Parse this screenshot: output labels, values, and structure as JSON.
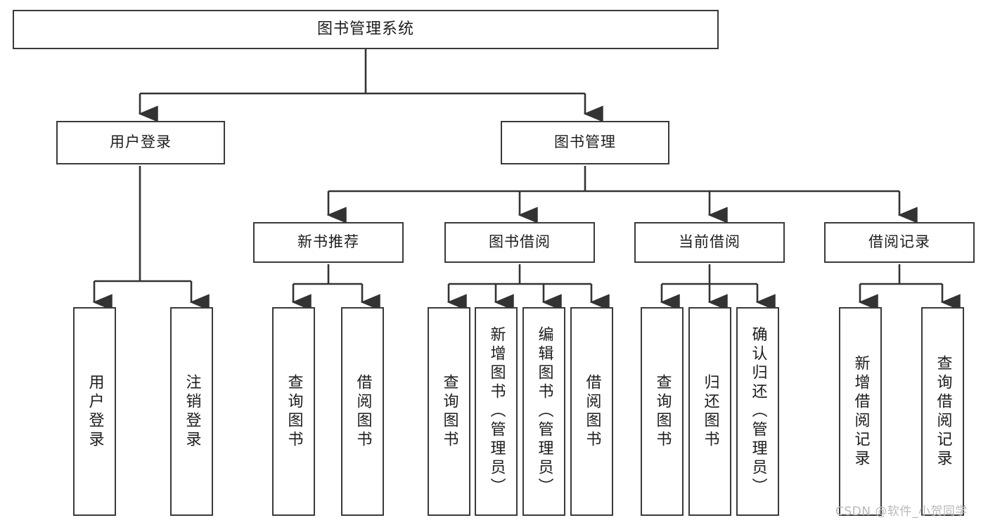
{
  "diagram": {
    "title": "图书管理系统",
    "type": "tree",
    "orientation": "top-down",
    "colors": {
      "background": "#ffffff",
      "box_border": "#3a3a3a",
      "box_fill": "#ffffff",
      "connector": "#333333",
      "text": "#1d1d1d",
      "watermark": "#b9b9b9"
    },
    "watermark": "CSDN @软件_小贺同学"
  },
  "nodes": {
    "root": {
      "label": "图书管理系统",
      "level": 1
    },
    "level2": [
      {
        "id": "user-login",
        "label": "用户登录"
      },
      {
        "id": "book-management",
        "label": "图书管理"
      }
    ],
    "level3": [
      {
        "id": "new-book-recommend",
        "label": "新书推荐",
        "parent": "book-management"
      },
      {
        "id": "book-borrow",
        "label": "图书借阅",
        "parent": "book-management"
      },
      {
        "id": "current-borrow",
        "label": "当前借阅",
        "parent": "book-management"
      },
      {
        "id": "borrow-record",
        "label": "借阅记录",
        "parent": "book-management"
      }
    ],
    "leaves": [
      {
        "id": "leaf-user-login",
        "label": "用户登录",
        "parent": "user-login"
      },
      {
        "id": "leaf-logout",
        "label": "注销登录",
        "parent": "user-login"
      },
      {
        "id": "leaf-query-book-1",
        "label": "查询图书",
        "parent": "new-book-recommend"
      },
      {
        "id": "leaf-borrow-book-1",
        "label": "借阅图书",
        "parent": "new-book-recommend"
      },
      {
        "id": "leaf-query-book-2",
        "label": "查询图书",
        "parent": "book-borrow"
      },
      {
        "id": "leaf-add-book",
        "label": "新增图书（管理员）",
        "parent": "book-borrow"
      },
      {
        "id": "leaf-edit-book",
        "label": "编辑图书（管理员）",
        "parent": "book-borrow"
      },
      {
        "id": "leaf-borrow-book-2",
        "label": "借阅图书",
        "parent": "book-borrow"
      },
      {
        "id": "leaf-query-book-3",
        "label": "查询图书",
        "parent": "current-borrow"
      },
      {
        "id": "leaf-return-book",
        "label": "归还图书",
        "parent": "current-borrow"
      },
      {
        "id": "leaf-confirm-return",
        "label": "确认归还（管理员）",
        "parent": "current-borrow"
      },
      {
        "id": "leaf-add-record",
        "label": "新增借阅记录",
        "parent": "borrow-record"
      },
      {
        "id": "leaf-query-record",
        "label": "查询借阅记录",
        "parent": "borrow-record"
      }
    ]
  }
}
